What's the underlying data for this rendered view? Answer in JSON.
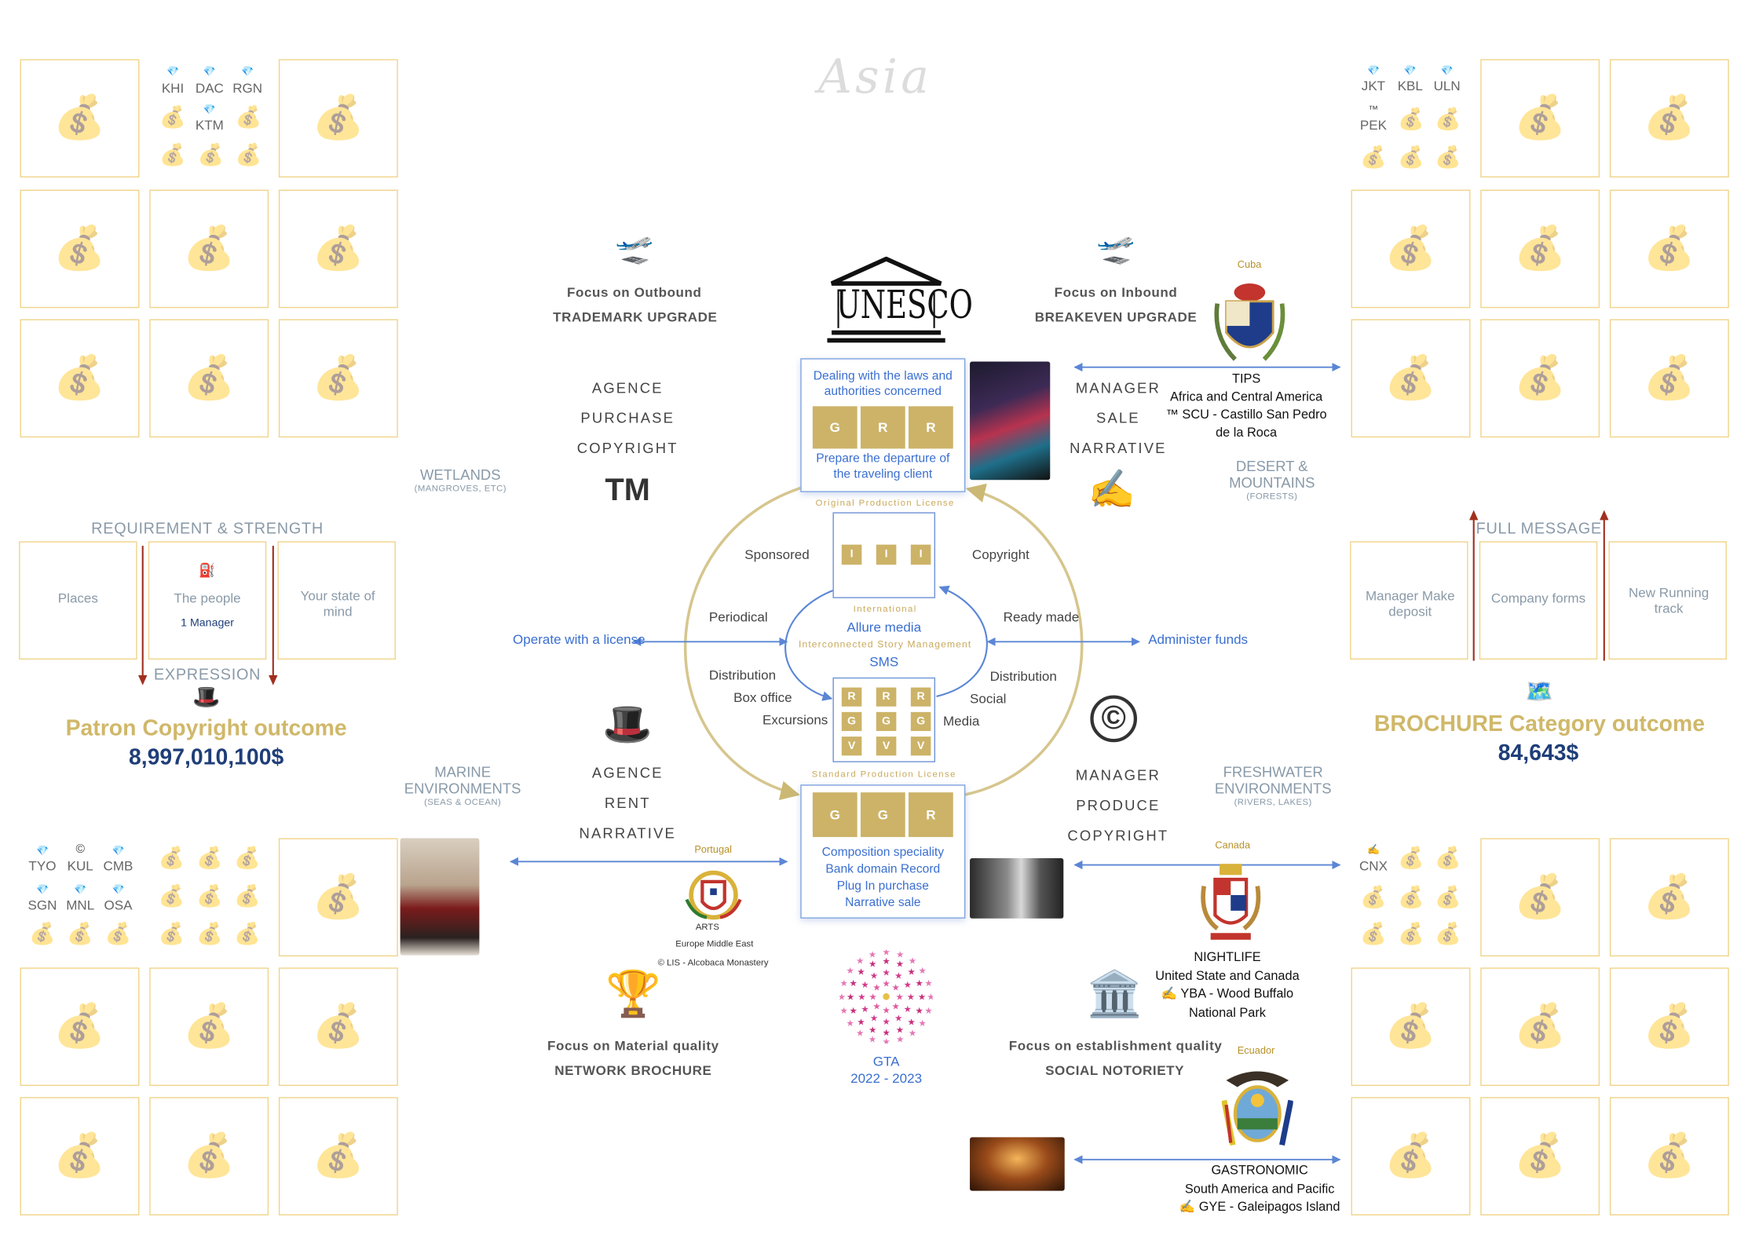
{
  "title": "Asia",
  "icons": {
    "money_bag": "💰",
    "gem": "💎",
    "airplane": "🛫",
    "top_hat": "🎩",
    "trophy": "🏆",
    "fountain_pen": "✍️",
    "copyright": "©",
    "trademark": "™",
    "map": "🗺️",
    "fuel": "⛽",
    "classical_building": "🏛️"
  },
  "airports": {
    "top_left": [
      "KHI",
      "DAC",
      "RGN",
      "KTM"
    ],
    "top_right": [
      "JKT",
      "KBL",
      "ULN",
      "PEK"
    ],
    "bottom_left": [
      "TYO",
      "KUL",
      "CMB",
      "SGN",
      "MNL",
      "OSA"
    ],
    "bottom_right": [
      "CNX"
    ]
  },
  "focus": {
    "outbound_title": "Focus on Outbound",
    "outbound_sub": "TRADEMARK UPGRADE",
    "inbound_title": "Focus on Inbound",
    "inbound_sub": "BREAKEVEN UPGRADE",
    "material_title": "Focus on Material quality",
    "material_sub": "NETWORK BROCHURE",
    "establishment_title": "Focus on establishment quality",
    "establishment_sub": "SOCIAL NOTORIETY"
  },
  "word_stacks": {
    "agence_purchase": [
      "AGENCE",
      "PURCHASE",
      "COPYRIGHT"
    ],
    "manager_sale": [
      "MANAGER",
      "SALE",
      "NARRATIVE"
    ],
    "agence_rent": [
      "AGENCE",
      "RENT",
      "NARRATIVE"
    ],
    "manager_produce": [
      "MANAGER",
      "PRODUCE",
      "COPYRIGHT"
    ]
  },
  "tm_mark": "TM",
  "regions": {
    "wetlands": "WETLANDS",
    "wetlands_sub": "(MANGROVES, ETC)",
    "desert": "DESERT &\nMOUNTAINS",
    "desert_sub": "(FORESTS)",
    "marine": "MARINE\nENVIRONMENTS",
    "marine_sub": "(SEAS & OCEAN)",
    "freshwater": "FRESHWATER\nENVIRONMENTS",
    "freshwater_sub": "(RIVERS, LAKES)"
  },
  "unesco": "UNESCO",
  "top_panel": {
    "line1": "Dealing with the laws and authorities concerned",
    "boxes": [
      "G",
      "R",
      "R"
    ],
    "line2": "Prepare the departure of the traveling client",
    "caption": "Original Production License"
  },
  "middle_panel": {
    "boxes": [
      "I",
      "I",
      "I"
    ]
  },
  "center": {
    "international": "International",
    "allure": "Allure media",
    "interconnected": "Interconnected Story Management",
    "sms": "SMS"
  },
  "lower_panel": {
    "rows": [
      [
        "R",
        "R",
        "R"
      ],
      [
        "G",
        "G",
        "G"
      ],
      [
        "V",
        "V",
        "V"
      ]
    ],
    "caption": "Standard Production License"
  },
  "bottom_panel": {
    "boxes": [
      "G",
      "G",
      "R"
    ],
    "lines": [
      "Composition speciality",
      "Bank domain Record",
      "Plug In purchase",
      "Narrative sale"
    ]
  },
  "cycle_labels": {
    "sponsored": "Sponsored",
    "copyright": "Copyright",
    "periodical": "Periodical",
    "ready_made": "Ready made",
    "distribution_left": "Distribution",
    "box_office": "Box office",
    "excursions": "Excursions",
    "distribution_right": "Distribution",
    "social": "Social",
    "media": "Media"
  },
  "arrows": {
    "left": "Operate with a license",
    "right": "Administer funds"
  },
  "left_block": {
    "header": "REQUIREMENT & STRENGTH",
    "cells": [
      "Places",
      "The people",
      "Your state of mind"
    ],
    "manager": "1 Manager",
    "footer": "EXPRESSION",
    "outcome": "Patron Copyright outcome",
    "value": "8,997,010,100$"
  },
  "right_block": {
    "header": "FULL MESSAGE",
    "cells": [
      "Manager Make deposit",
      "Company forms",
      "New Running track"
    ],
    "outcome": "BROCHURE Category outcome",
    "value": "84,643$"
  },
  "destinations": {
    "cuba": {
      "country": "Cuba",
      "line1": "TIPS",
      "line2": "Africa and Central America",
      "line3": "™ SCU - Castillo San Pedro de la Roca"
    },
    "portugal": {
      "country": "Portugal",
      "line1": "ARTS",
      "line2": "Europe Middle East",
      "line3": "©  LIS - Alcobaca Monastery"
    },
    "canada": {
      "country": "Canada",
      "line1": "NIGHTLIFE",
      "line2": "United State and Canada",
      "line3": "✍️ YBA - Wood Buffalo National Park"
    },
    "ecuador": {
      "country": "Ecuador",
      "line1": "GASTRONOMIC",
      "line2": "South America and Pacific",
      "line3": "✍️ GYE - Galeipagos Island"
    }
  },
  "gta": {
    "label": "GTA",
    "years": "2022 - 2023"
  },
  "colors": {
    "gold": "#ccb368",
    "cell_border": "#f0d48a",
    "blue": "#3a6fd0",
    "navy": "#1f3e78",
    "grey_region": "#8899a8"
  }
}
